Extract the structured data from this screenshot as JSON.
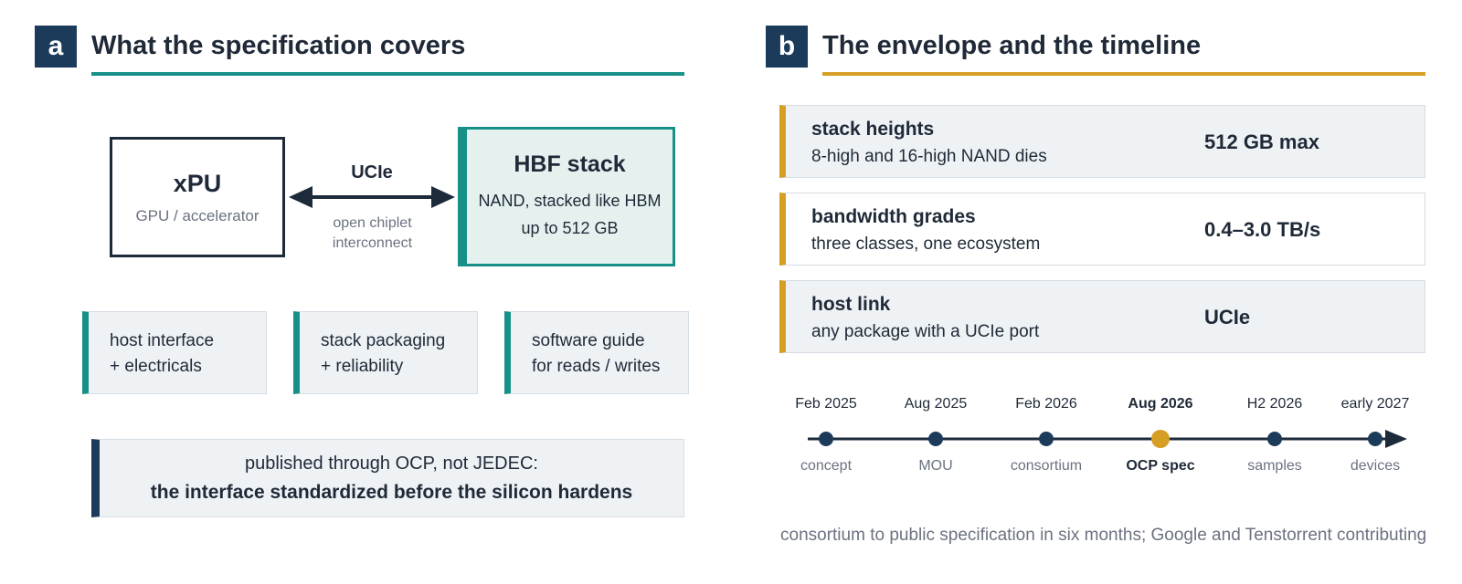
{
  "panel_a": {
    "badge": "a",
    "title": "What the specification covers",
    "accent": "#179088",
    "xpu": {
      "title": "xPU",
      "subtitle": "GPU / accelerator"
    },
    "link": {
      "label": "UCIe",
      "sub1": "open chiplet",
      "sub2": "interconnect"
    },
    "hbf": {
      "title": "HBF stack",
      "line1": "NAND, stacked like HBM",
      "line2": "up to 512 GB"
    },
    "features": [
      {
        "line1": "host interface",
        "line2": "+ electricals"
      },
      {
        "line1": "stack packaging",
        "line2": "+ reliability"
      },
      {
        "line1": "software guide",
        "line2": "for reads / writes"
      }
    ],
    "note": {
      "line1": "published through OCP, not JEDEC:",
      "line2": "the interface standardized before the silicon hardens"
    }
  },
  "panel_b": {
    "badge": "b",
    "title": "The envelope and the timeline",
    "accent": "#d69e23",
    "specs": [
      {
        "key": "stack heights",
        "desc": "8-high and 16-high NAND dies",
        "value": "512 GB max"
      },
      {
        "key": "bandwidth grades",
        "desc": "three classes, one ecosystem",
        "value": "0.4–3.0 TB/s"
      },
      {
        "key": "host link",
        "desc": "any package with a UCIe port",
        "value": "UCIe"
      }
    ],
    "timeline": [
      {
        "date": "Feb 2025",
        "event": "concept",
        "highlight": false
      },
      {
        "date": "Aug 2025",
        "event": "MOU",
        "highlight": false
      },
      {
        "date": "Feb 2026",
        "event": "consortium",
        "highlight": false
      },
      {
        "date": "Aug 2026",
        "event": "OCP spec",
        "highlight": true
      },
      {
        "date": "H2 2026",
        "event": "samples",
        "highlight": false
      },
      {
        "date": "early 2027",
        "event": "devices",
        "highlight": false
      }
    ],
    "footer": "consortium to public specification in six months; Google and Tenstorrent contributing"
  },
  "colors": {
    "navy": "#1c3a5a",
    "teal": "#179088",
    "gold": "#d69e23",
    "ink": "#1c2a3a"
  }
}
